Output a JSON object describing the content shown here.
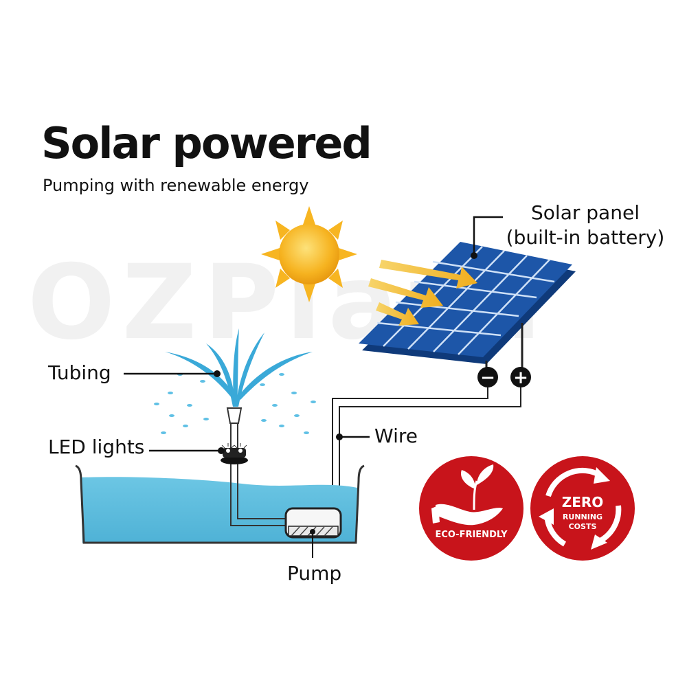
{
  "title": "Solar powered",
  "subtitle": "Pumping with renewable energy",
  "watermark": "OZPlaza",
  "labels": {
    "solar_panel_line1": "Solar panel",
    "solar_panel_line2": "(built-in battery)",
    "tubing": "Tubing",
    "led_lights": "LED lights",
    "wire": "Wire",
    "pump": "Pump"
  },
  "terminals": {
    "negative": "−",
    "positive": "+"
  },
  "badges": {
    "eco": "ECO-FRIENDLY",
    "zero_line1": "ZERO",
    "zero_line2": "RUNNING",
    "zero_line3": "COSTS"
  },
  "colors": {
    "water": "#5bbfdf",
    "panel": "#1d56a8",
    "sun": "#f7b521",
    "badge_red": "#c8141b",
    "arrow": "#f1b92e"
  },
  "icons": [
    "sun-icon",
    "solar-panel-icon",
    "fountain-icon",
    "pump-icon",
    "eco-hand-plant-icon",
    "recycle-arrows-icon"
  ]
}
